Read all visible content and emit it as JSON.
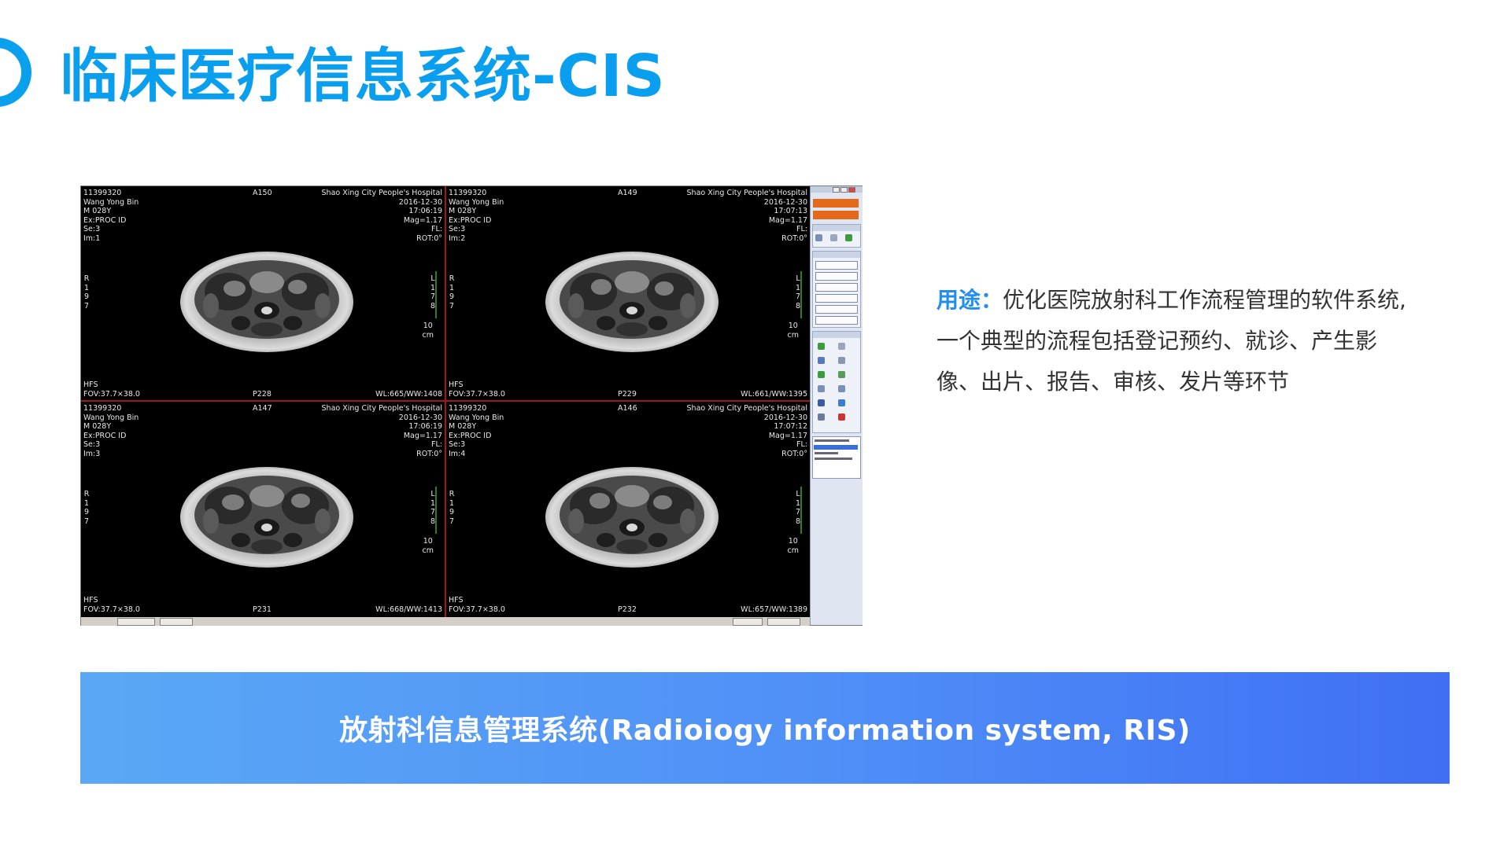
{
  "header": {
    "title": "临床医疗信息系统-CIS"
  },
  "viewer": {
    "viewports": [
      {
        "patient_id": "11399320",
        "patient_name": "Wang Yong Bin",
        "sex_age": "M 028Y",
        "exam": "Ex:PROC ID",
        "series": "Se:3",
        "image": "Im:1",
        "anterior": "A150",
        "posterior": "P228",
        "hospital": "Shao Xing City People's Hospital",
        "date": "2016-12-30",
        "time": "17:06:19",
        "mag": "Mag=1.17",
        "flip": "FL:",
        "rotation": "ROT:0°",
        "position": "HFS",
        "fov": "FOV:37.7×38.0",
        "window": "WL:665/WW:1408",
        "left_marker": "R\n1\n9\n7",
        "right_marker": "L\n1\n7\n8",
        "scale": "10\ncm"
      },
      {
        "patient_id": "11399320",
        "patient_name": "Wang Yong Bin",
        "sex_age": "M 028Y",
        "exam": "Ex:PROC ID",
        "series": "Se:3",
        "image": "Im:2",
        "anterior": "A149",
        "posterior": "P229",
        "hospital": "Shao Xing City People's Hospital",
        "date": "2016-12-30",
        "time": "17:07:13",
        "mag": "Mag=1.17",
        "flip": "FL:",
        "rotation": "ROT:0°",
        "position": "HFS",
        "fov": "FOV:37.7×38.0",
        "window": "WL:661/WW:1395",
        "left_marker": "R\n1\n9\n7",
        "right_marker": "L\n1\n7\n8",
        "scale": "10\ncm"
      },
      {
        "patient_id": "11399320",
        "patient_name": "Wang Yong Bin",
        "sex_age": "M 028Y",
        "exam": "Ex:PROC ID",
        "series": "Se:3",
        "image": "Im:3",
        "anterior": "A147",
        "posterior": "P231",
        "hospital": "Shao Xing City People's Hospital",
        "date": "2016-12-30",
        "time": "17:06:19",
        "mag": "Mag=1.17",
        "flip": "FL:",
        "rotation": "ROT:0°",
        "position": "HFS",
        "fov": "FOV:37.7×38.0",
        "window": "WL:668/WW:1413",
        "left_marker": "R\n1\n9\n7",
        "right_marker": "L\n1\n7\n8",
        "scale": "10\ncm"
      },
      {
        "patient_id": "11399320",
        "patient_name": "Wang Yong Bin",
        "sex_age": "M 028Y",
        "exam": "Ex:PROC ID",
        "series": "Se:3",
        "image": "Im:4",
        "anterior": "A146",
        "posterior": "P232",
        "hospital": "Shao Xing City People's Hospital",
        "date": "2016-12-30",
        "time": "17:07:12",
        "mag": "Mag=1.17",
        "flip": "FL:",
        "rotation": "ROT:0°",
        "position": "HFS",
        "fov": "FOV:37.7×38.0",
        "window": "WL:657/WW:1389",
        "left_marker": "R\n1\n9\n7",
        "right_marker": "L\n1\n7\n8",
        "scale": "10\ncm"
      }
    ]
  },
  "description": {
    "label": "用途：",
    "text": "优化医院放射科工作流程管理的软件系统,一个典型的流程包括登记预约、就诊、产生影像、出片、报告、审核、发片等环节"
  },
  "banner": {
    "text": "放射科信息管理系统(Radioiogy information system, RIS)"
  }
}
